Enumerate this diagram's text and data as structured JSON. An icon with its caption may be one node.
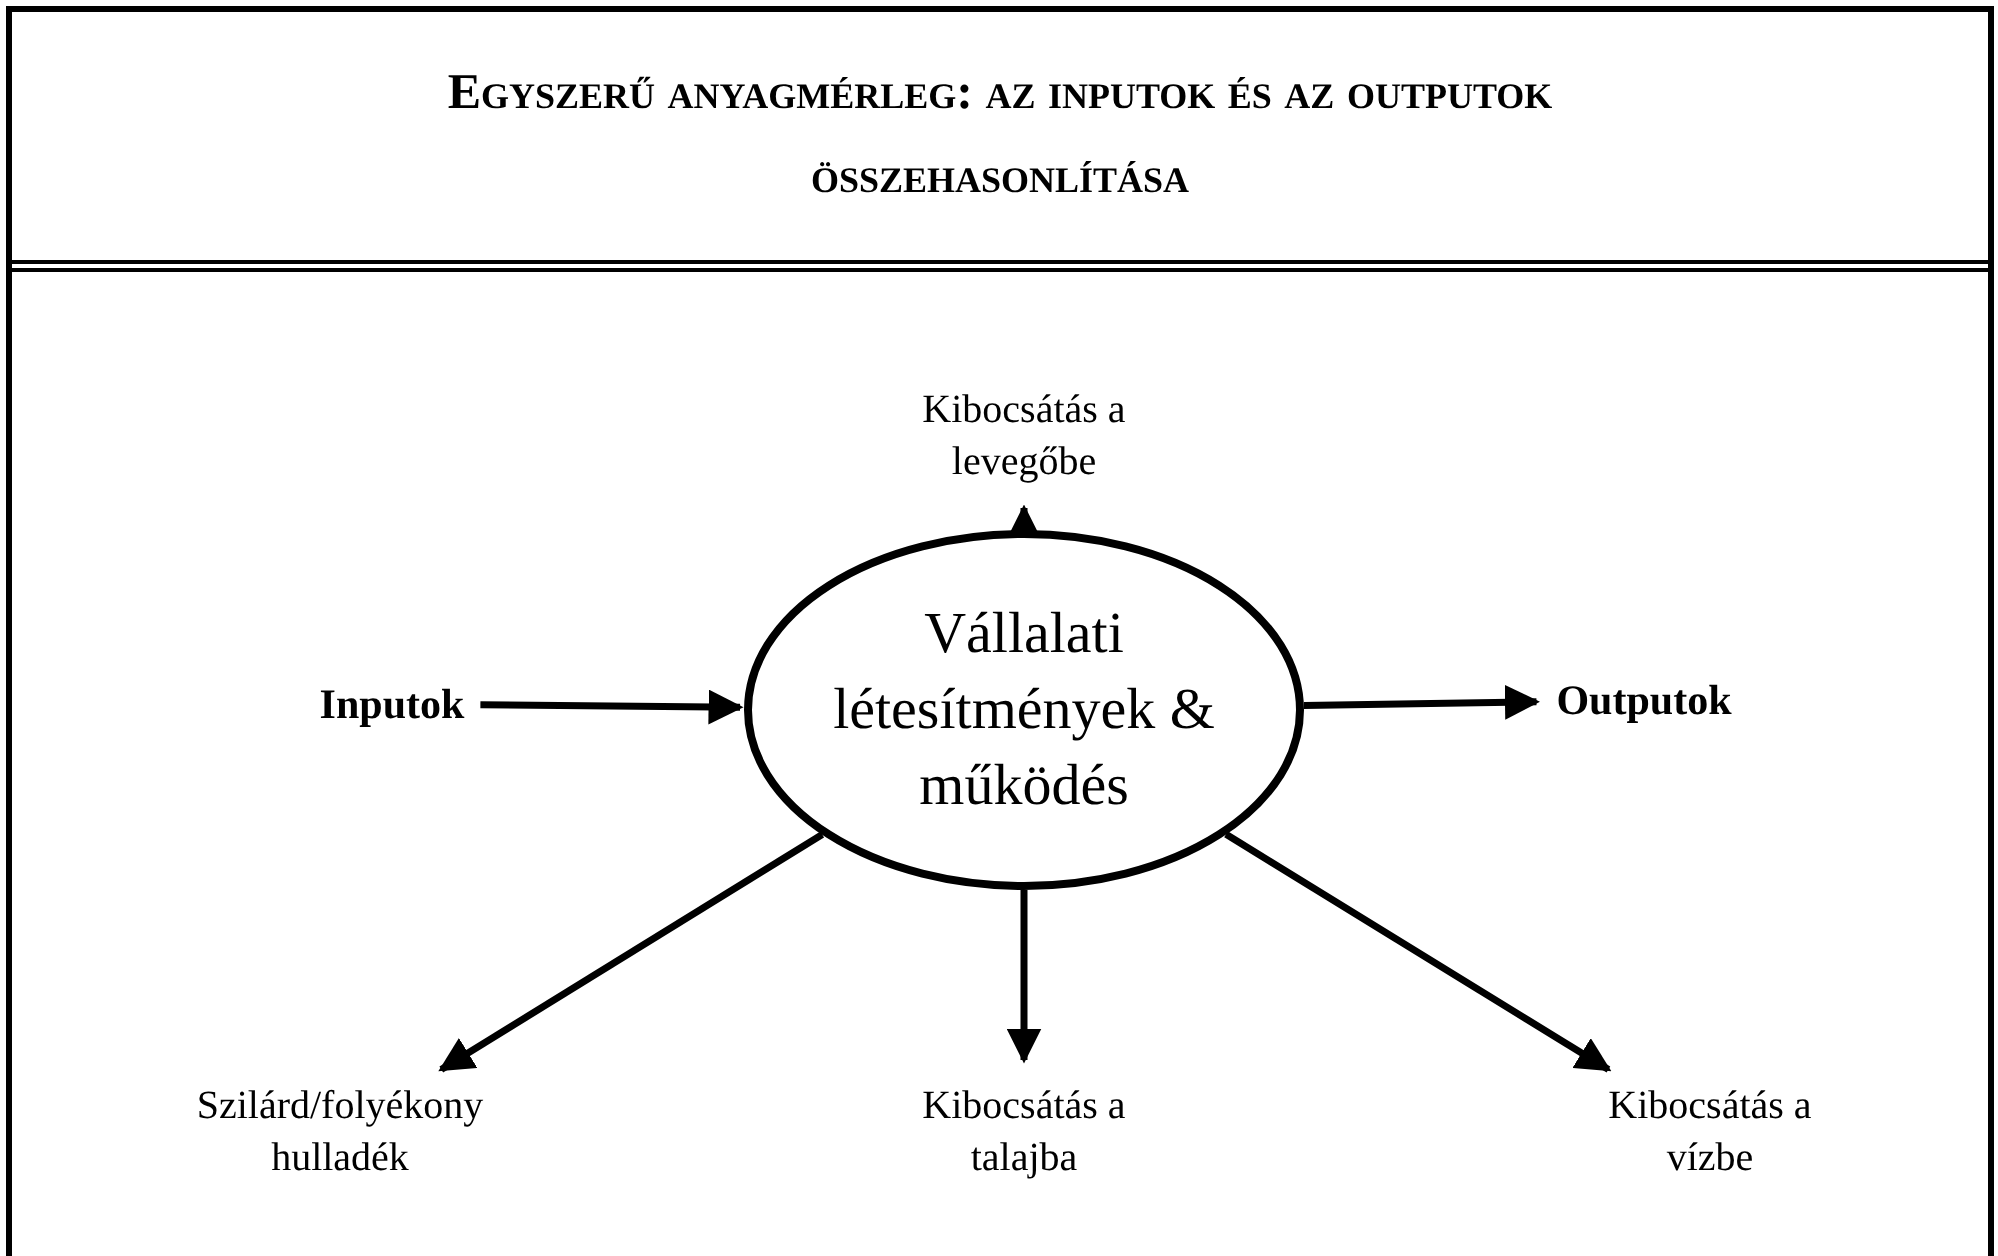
{
  "diagram": {
    "title": "Egyszerű anyagmérleg: az inputok és az outputok összehasonlítása",
    "nodes": [
      {
        "text": [
          "Kibocsátás a levegőbe"
        ]
      },
      {
        "text": [
          "Inputok"
        ]
      },
      {
        "text": [
          "Vállalati létesítmények & működés"
        ]
      },
      {
        "text": [
          "Outputok"
        ]
      },
      {
        "text": [
          "Szilárd/folyékony hulladék"
        ]
      },
      {
        "text": [
          "Kibocsátás a talajba"
        ]
      },
      {
        "text": [
          "Kibocsátás a vízbe"
        ]
      }
    ],
    "edges": [
      {
        "from": 1,
        "to": 2,
        "arrow": "to"
      },
      {
        "from": 2,
        "to": 3,
        "arrow": "to"
      },
      {
        "from": 2,
        "to": 0,
        "arrow": "to"
      },
      {
        "from": 2,
        "to": 4,
        "arrow": "to"
      },
      {
        "from": 2,
        "to": 5,
        "arrow": "to"
      },
      {
        "from": 2,
        "to": 6,
        "arrow": "to"
      }
    ]
  }
}
